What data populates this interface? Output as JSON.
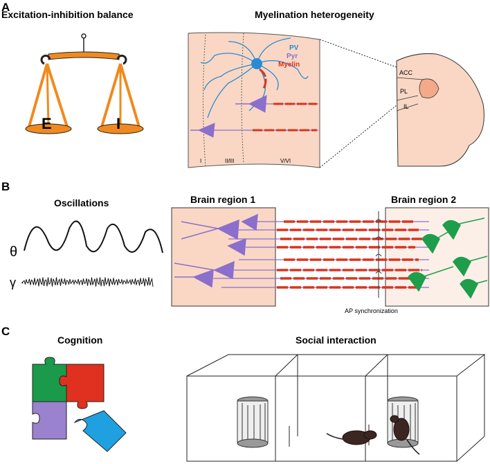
{
  "panels": {
    "A": {
      "letter": "A",
      "balance_title": "Excitation-inhibition balance",
      "pan_left_label": "E",
      "pan_right_label": "I",
      "myelin_title": "Myelination heterogeneity",
      "legend": [
        "PV",
        "Pyr",
        "Myelin"
      ],
      "layers": [
        "I",
        "II/III",
        "V/VI"
      ],
      "brain_regions": [
        "ACC",
        "PL",
        "IL"
      ]
    },
    "B": {
      "letter": "B",
      "osc_title": "Oscillations",
      "theta_symbol": "θ",
      "gamma_symbol": "γ",
      "region1": "Brain region 1",
      "region2": "Brain region 2",
      "sync_label": "AP synchronization"
    },
    "C": {
      "letter": "C",
      "cognition_title": "Cognition",
      "social_title": "Social interaction"
    }
  },
  "colors": {
    "pv": "#2a8ad4",
    "pyr": "#8a6fcc",
    "myelin": "#d8351f",
    "tissue": "#f9d7c4",
    "region2_bg": "#fcefe8",
    "green_neuron": "#1e9e4a",
    "balance_orange": "#f08a1e",
    "puzzle_green": "#1a9a4a",
    "puzzle_red": "#e03020",
    "puzzle_purple": "#9a82cf",
    "puzzle_blue": "#1fa0e0"
  }
}
